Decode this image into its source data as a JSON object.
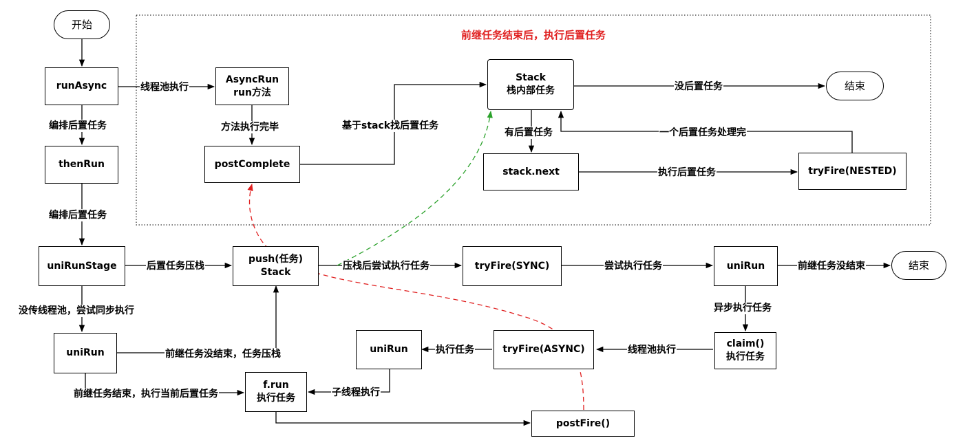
{
  "title": "前继任务结束后，执行后置任务",
  "nodes": {
    "start": "开始",
    "runAsync": "runAsync",
    "asyncRun": "AsyncRun\nrun方法",
    "postComplete": "postComplete",
    "stack": "Stack\n栈内部任务",
    "end1": "结束",
    "stackNext": "stack.next",
    "tryFireNested": "tryFire(NESTED)",
    "thenRun": "thenRun",
    "uniRunStage": "uniRunStage",
    "push": "push(任务)\nStack",
    "tryFireSync": "tryFire(SYNC)",
    "uniRunA": "uniRun",
    "end2": "结束",
    "uniRunLeft": "uniRun",
    "uniRunMid": "uniRun",
    "tryFireAsync": "tryFire(ASYNC)",
    "claim": "claim()\n执行任务",
    "frun": "f.run\n执行任务",
    "postFire": "postFire()"
  },
  "edges": {
    "threadPoolExec1": "线程池执行",
    "methodDone": "方法执行完毕",
    "findByStack": "基于stack找后置任务",
    "noPost": "没后置任务",
    "hasPost": "有后置任务",
    "onePostDone": "一个后置任务处理完",
    "execPost": "执行后置任务",
    "arrangePost1": "编排后置任务",
    "arrangePost2": "编排后置任务",
    "pushPost": "后置任务压栈",
    "pushThenTry": "压栈后尝试执行任务",
    "tryExec": "尝试执行任务",
    "prevNotDone1": "前继任务没结束",
    "asyncExec": "异步执行任务",
    "noThreadPool": "没传线程池，尝试同步执行",
    "prevNotDonePush": "前继任务没结束，任务压栈",
    "threadPoolExec2": "线程池执行",
    "execTask": "执行任务",
    "prevDoneExec": "前继任务结束，执行当前后置任务",
    "childThread": "子线程执行"
  }
}
